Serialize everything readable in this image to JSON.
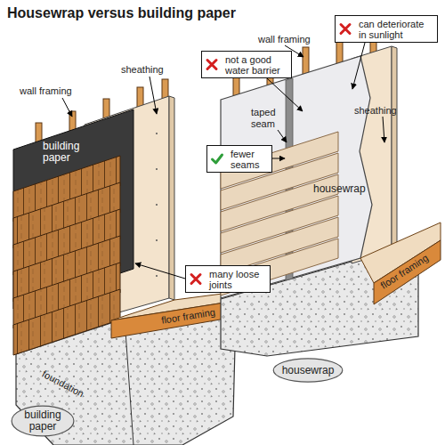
{
  "diagram": {
    "title": "Housewrap versus building paper",
    "nodes": [
      {
        "text": [
          "can deteriorate in sunlight"
        ]
      },
      {
        "text": [
          "not a good water barrier"
        ]
      },
      {
        "text": [
          "fewer seams"
        ]
      },
      {
        "text": [
          "many loose joints"
        ]
      },
      {
        "text": [
          "housewrap"
        ]
      },
      {
        "text": [
          "building paper"
        ]
      }
    ],
    "labels": [
      "wall framing",
      "sheathing",
      "wall framing",
      "sheathing",
      "taped seam",
      "building paper",
      "housewrap",
      "floor framing",
      "floor framing",
      "foundation"
    ]
  }
}
